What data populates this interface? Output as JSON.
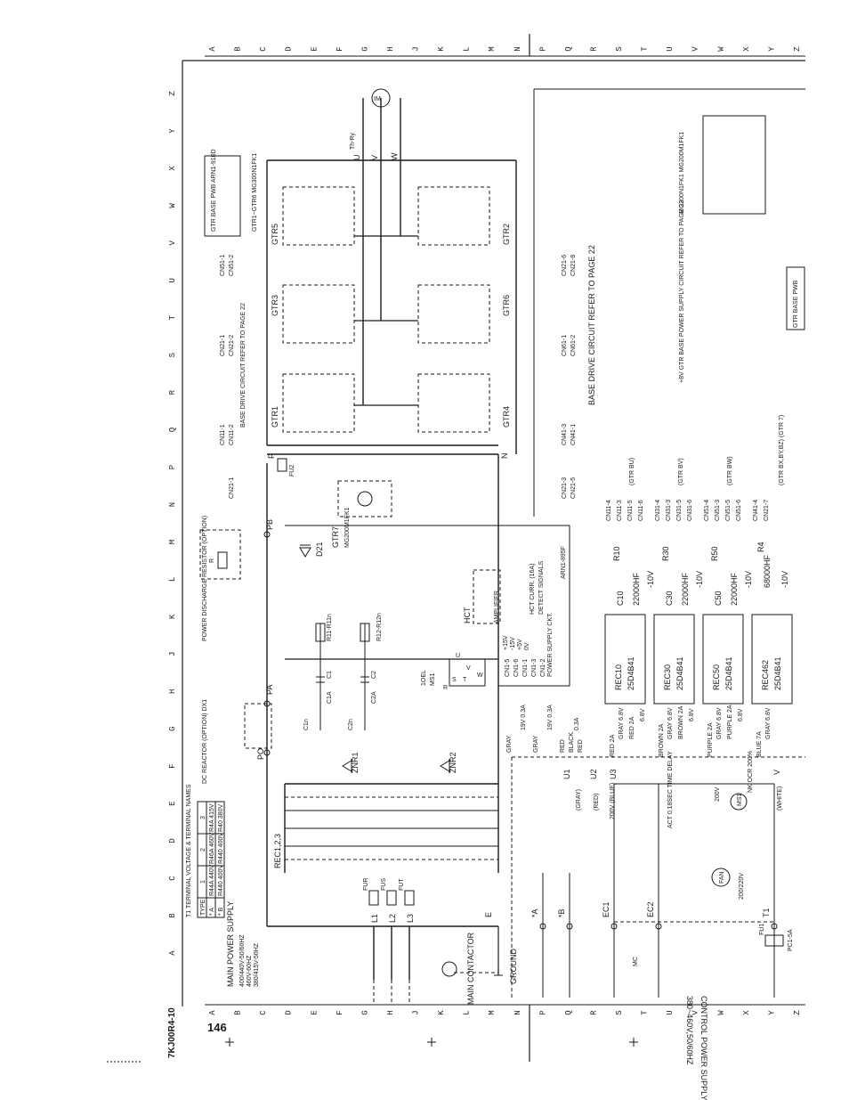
{
  "page": {
    "page_number": "146",
    "drawing_code": "7KJ00R4-10"
  },
  "grid": {
    "top": [
      "A",
      "B",
      "C",
      "D",
      "E",
      "F",
      "G",
      "H",
      "J",
      "K",
      "L",
      "M",
      "N",
      "P",
      "Q",
      "R",
      "S",
      "T",
      "U",
      "V",
      "W",
      "X",
      "Y",
      "Z"
    ],
    "side": [
      "Z",
      "Y",
      "X",
      "W",
      "V",
      "U",
      "T",
      "S",
      "R",
      "Q",
      "P",
      "N",
      "M",
      "L",
      "K",
      "J",
      "H",
      "G",
      "F",
      "E",
      "D",
      "C",
      "B",
      "A"
    ]
  },
  "terminal_table": {
    "title": "T1 TERMINAL VOLTAGE & TERMINAL NAMES",
    "header": [
      "TYPE",
      "1",
      "2",
      "3"
    ],
    "rows": [
      [
        "* A",
        "R44A 440V",
        "R46A 460V",
        "R4A 415V"
      ],
      [
        "* B",
        "R440 400V",
        "R440 400V",
        "R40 380V"
      ]
    ]
  },
  "main_power": {
    "title": "MAIN POWER SUPPLY",
    "specs": [
      "400/440V-50/60HZ",
      "460V-60HZ",
      "380/415V-50HZ"
    ],
    "lines": [
      "L1",
      "L2",
      "L3"
    ],
    "fuses": [
      "FUR",
      "FUS",
      "FUT"
    ],
    "contactor": "MAIN CONTACTOR",
    "ground": "GROUND",
    "ground_terminal": "E"
  },
  "control_power": {
    "title": "CONTROL POWER SUPPLY",
    "spec": "380~460V,50/60HZ",
    "mc": "MC",
    "terminals": [
      "*A",
      "*B",
      "EC1",
      "EC2",
      "T1"
    ],
    "fuse": "FU1",
    "fuse_part": "PC1-5A",
    "fan": "FAN",
    "fan_spec": "200/220V",
    "taps": [
      "U1",
      "U2",
      "U3",
      "V"
    ],
    "tap_colors": [
      "(GRAY)",
      "(RED)",
      "200V (BLUE)",
      "(WHITE)"
    ],
    "ms1": "MS1",
    "act": "ACT 0.18SEC TIME DELAY",
    "nk": "NK OCR 200%",
    "fan_tap": "200V"
  },
  "power_circuit": {
    "rectifier": "REC1,2,3",
    "znr": [
      "ZNR1",
      "ZNR2"
    ],
    "reactor": "DC REACTOR (OPTION) DX1",
    "nodes": [
      "PO",
      "PA",
      "PB",
      "P",
      "N"
    ],
    "fuse": "FU2",
    "caps": [
      "C1n",
      "C1A",
      "C1",
      "C2n",
      "C2A",
      "C2"
    ],
    "resistors": [
      "R11-R11n",
      "R12-R12n"
    ],
    "discharge": "POWER DISCHARGE RESISTOR (OPTION)",
    "discharge_r": "R",
    "d21": "D21",
    "gtr7": "GTR7",
    "gtr7_part": "MG200M1FK1",
    "hct": "HCT",
    "ms1_label": "MS1",
    "ms1_r": "R",
    "ms1_s": "S",
    "ms1_t": "T",
    "ms1_u": "U",
    "ms1_v": "V",
    "ms1_w": "W",
    "ms1_oel": "1OEL"
  },
  "gtr_module": {
    "upper": [
      "GTR1",
      "GTR3",
      "GTR5"
    ],
    "lower": [
      "GTR4",
      "GTR6",
      "GTR2"
    ],
    "pwb": "GTR BASE PWB ARN1-910D",
    "part": "GTR1~GTR6 MG300N1FK1",
    "inset_part": "MG300N1FK1 MG200M1FK1",
    "base_pwb_tag": "GTR BASE PWB",
    "base_drive": "BASE DRIVE CIRCUIT REFER TO PAGE 22",
    "base_drive_lower": "BASE DRIVE CIRCUIT REFER TO PAGE 22",
    "base_power": "+8V GTR BASE POWER SUPPLY CIRCUIT REFER TO PAGE 22",
    "motor": "IM",
    "thry": "Th-Ry",
    "outputs": [
      "U",
      "V",
      "W"
    ],
    "cn_upper": [
      "CN11-2",
      "CN11-1",
      "CN21-2",
      "CN21-1",
      "CN51-2",
      "CN51-1",
      "CN21-1"
    ],
    "cn_lower": [
      "CN41-3",
      "CN41-1",
      "CN61-1",
      "CN61-2",
      "CN21-6",
      "CN21-8",
      "CN21-3",
      "CN21-5"
    ]
  },
  "supply_board": {
    "tag": "ARN1-895F",
    "amp": "AMPLIFIER",
    "cn_labels": [
      "CN1-5",
      "CN1-6",
      "CN1-1",
      "CN1-3",
      "CN1-2"
    ],
    "text": [
      "HCT CURR. (16A)",
      "DETECT SIGNALS",
      "POWER SUPPLY CKT.",
      "+15V",
      "-15V",
      "+5V",
      "0V"
    ],
    "volt": [
      "19V 0.3A",
      "19V 0.3A",
      "0.3A"
    ],
    "wire_labels": [
      "GRAY",
      "GRAY",
      "RED",
      "BLACK",
      "RED"
    ]
  },
  "rec_blocks": [
    {
      "name": "REC10",
      "diode": "25D4B41",
      "cap": "C10",
      "capval": "22000HF",
      "res": "R10",
      "out": "-10V",
      "gtr": "(GTR BU)",
      "cn": [
        "CN11-4",
        "CN11-3",
        "CN11-5",
        "CN11-6"
      ],
      "wires": [
        "RED 2A",
        "GRAY 6.8V",
        "RED 2A",
        "6.8V"
      ]
    },
    {
      "name": "REC30",
      "diode": "25D4B41",
      "cap": "C30",
      "capval": "22000HF",
      "res": "R30",
      "out": "-10V",
      "gtr": "(GTR BV)",
      "cn": [
        "CN31-4",
        "CN31-3",
        "CN31-5",
        "CN31-6"
      ],
      "wires": [
        "BROWN 2A",
        "GRAY 6.8V",
        "BROWN 2A",
        "6.8V"
      ]
    },
    {
      "name": "REC50",
      "diode": "25D4B41",
      "cap": "C50",
      "capval": "22000HF",
      "res": "R50",
      "out": "-10V",
      "gtr": "(GTR BW)",
      "cn": [
        "CN51-4",
        "CN51-3",
        "CN51-5",
        "CN51-6"
      ],
      "wires": [
        "PURPLE 2A",
        "GRAY 6.8V",
        "PURPLE 2A",
        "6.8V"
      ]
    },
    {
      "name": "REC462",
      "diode": "25D4B41",
      "cap": "",
      "capval": "68000HF",
      "res": "R4",
      "out": "-10V",
      "gtr": "(GTR BX,BY,BZ) (GTR 7)",
      "cn": [
        "CN41-4",
        "CN21-7"
      ],
      "wires": [
        "BLUE 7A",
        "GRAY 6.8V"
      ]
    }
  ]
}
